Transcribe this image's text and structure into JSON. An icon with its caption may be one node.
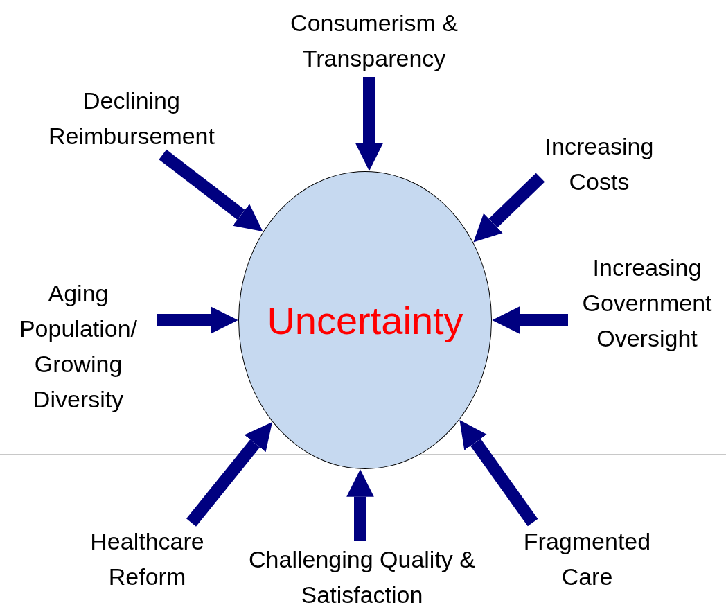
{
  "diagram": {
    "nodes": [
      {
        "text": [
          "Uncertainty"
        ]
      },
      {
        "text": [
          "Consumerism & Transparency"
        ]
      },
      {
        "text": [
          "Declining Reimbursement"
        ]
      },
      {
        "text": [
          "Increasing Costs"
        ]
      },
      {
        "text": [
          "Aging Population/ Growing Diversity"
        ]
      },
      {
        "text": [
          "Increasing Government Oversight"
        ]
      },
      {
        "text": [
          "Healthcare Reform"
        ]
      },
      {
        "text": [
          "Challenging Quality & Satisfaction"
        ]
      },
      {
        "text": [
          "Fragmented Care"
        ]
      }
    ],
    "edges": [
      {
        "from": 1,
        "to": 0,
        "arrow": "to"
      },
      {
        "from": 2,
        "to": 0,
        "arrow": "to"
      },
      {
        "from": 3,
        "to": 0,
        "arrow": "to"
      },
      {
        "from": 4,
        "to": 0,
        "arrow": "to"
      },
      {
        "from": 5,
        "to": 0,
        "arrow": "to"
      },
      {
        "from": 6,
        "to": 0,
        "arrow": "to"
      },
      {
        "from": 7,
        "to": 0,
        "arrow": "to"
      },
      {
        "from": 8,
        "to": 0,
        "arrow": "to"
      }
    ]
  }
}
